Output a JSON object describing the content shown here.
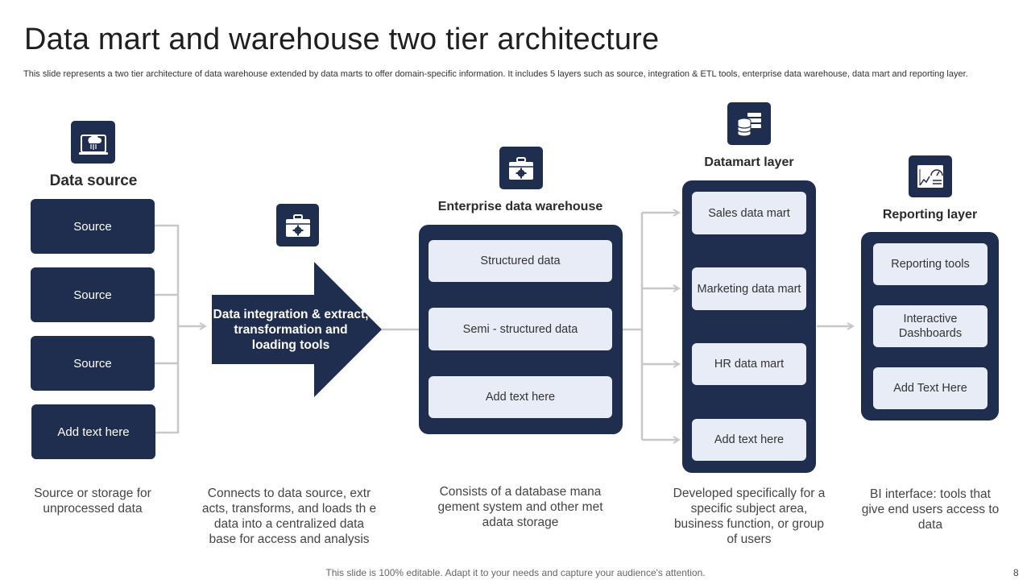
{
  "slide": {
    "title": "Data mart and warehouse two tier architecture",
    "subtitle": "This slide represents a two tier architecture of data warehouse extended by data marts to offer domain-specific information. It includes 5 layers such as source, integration & ETL tools, enterprise data warehouse, data mart and reporting layer.",
    "footer": "This slide is 100% editable. Adapt it to your needs and capture your audience's attention.",
    "page_number": "8"
  },
  "colors": {
    "navy": "#1f2d4e",
    "light_box": "#e8ecf6",
    "connector": "#c8c8c8"
  },
  "source_layer": {
    "heading": "Data source",
    "icon": "cloud-computer-icon",
    "boxes": [
      "Source",
      "Source",
      "Source",
      "Add text here"
    ],
    "description": "Source or storage for unprocessed data"
  },
  "etl_layer": {
    "icon": "toolbox-gear-icon",
    "arrow_text": "Data integration & extract, transformation and loading tools",
    "description": "Connects to data source, extr acts, transforms, and loads th e data into a centralized data base for access and analysis"
  },
  "warehouse_layer": {
    "heading": "Enterprise data warehouse",
    "icon": "toolbox-gear-icon",
    "boxes": [
      "Structured data",
      "Semi - structured data",
      "Add text here"
    ],
    "description": "Consists of a database mana gement system and other met adata storage"
  },
  "datamart_layer": {
    "heading": "Datamart layer",
    "icon": "database-server-icon",
    "boxes": [
      "Sales data mart",
      "Marketing data mart",
      "HR data mart",
      "Add text here"
    ],
    "description": "Developed specifically for a specific subject area, business function, or group of users"
  },
  "reporting_layer": {
    "heading": "Reporting layer",
    "icon": "dashboard-chart-icon",
    "boxes": [
      "Reporting tools",
      "Interactive Dashboards",
      "Add Text Here"
    ],
    "description": "BI interface: tools that give end users access to data"
  }
}
